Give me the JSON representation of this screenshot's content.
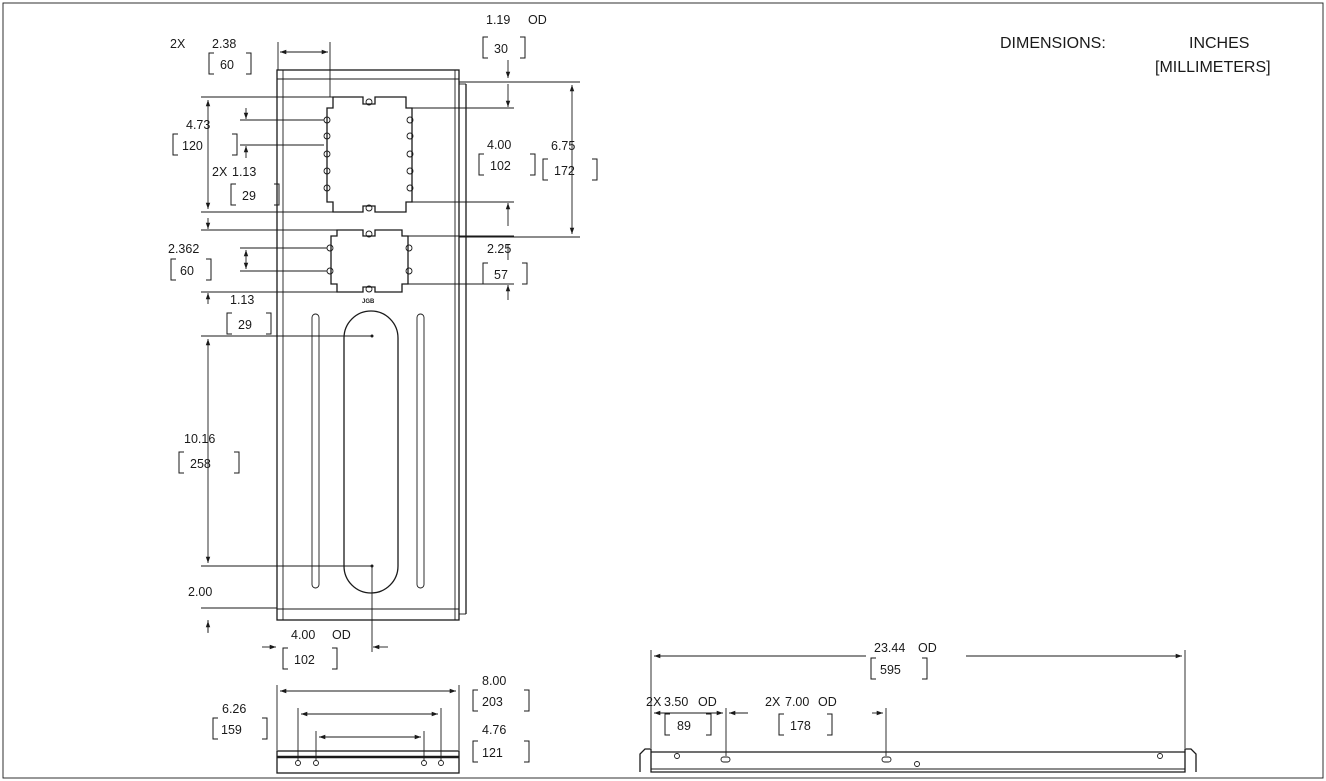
{
  "header": {
    "dimensions_label": "DIMENSIONS:",
    "units_primary": "INCHES",
    "units_secondary": "[MILLIMETERS]"
  },
  "front_view": {
    "d1": {
      "prefix": "2X",
      "inch": "2.38",
      "mm": "60"
    },
    "d2": {
      "inch": "1.19",
      "suffix": "OD",
      "mm": "30"
    },
    "d3": {
      "inch": "4.73",
      "mm": "120"
    },
    "d4": {
      "prefix": "2X",
      "inch": "1.13",
      "mm": "29"
    },
    "d5": {
      "inch": "4.00",
      "mm": "102"
    },
    "d6": {
      "inch": "6.75",
      "mm": "172"
    },
    "d7": {
      "inch": "2.362",
      "mm": "60"
    },
    "d8": {
      "inch": "2.25",
      "mm": "57"
    },
    "d9": {
      "inch": "1.13",
      "mm": "29"
    },
    "d10": {
      "inch": "10.16",
      "mm": "258"
    },
    "d11": {
      "inch": "2.00"
    },
    "d12": {
      "inch": "4.00",
      "suffix": "OD",
      "mm": "102"
    },
    "small_mark": "JGB"
  },
  "bottom_view": {
    "d13": {
      "inch": "8.00",
      "mm": "203"
    },
    "d14": {
      "inch": "6.26",
      "mm": "159"
    },
    "d15": {
      "inch": "4.76",
      "mm": "121"
    }
  },
  "side_view": {
    "d16": {
      "inch": "23.44",
      "suffix": "OD",
      "mm": "595"
    },
    "d17": {
      "prefix": "2X",
      "inch": "3.50",
      "suffix": "OD",
      "mm": "89"
    },
    "d18": {
      "prefix": "2X",
      "inch": "7.00",
      "suffix": "OD",
      "mm": "178"
    }
  }
}
